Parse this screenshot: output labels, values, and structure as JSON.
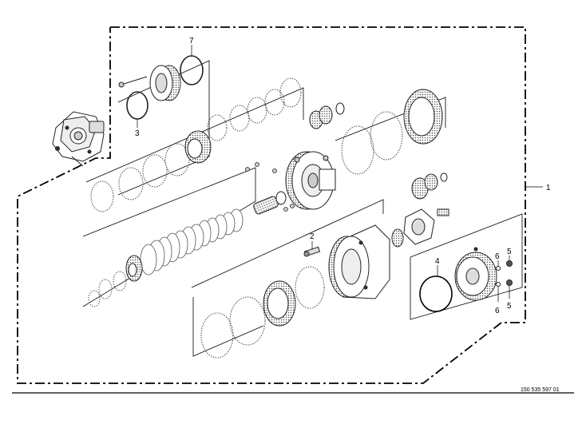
{
  "diagram": {
    "callouts": {
      "c1": "1",
      "c2": "2",
      "c3": "3",
      "c4": "4",
      "c5a": "5",
      "c5b": "5",
      "c6a": "6",
      "c6b": "6",
      "c7": "7"
    },
    "document_number": "150 535 597 01",
    "colors": {
      "line": "#000000",
      "parts": "#444444",
      "background": "#ffffff"
    }
  }
}
